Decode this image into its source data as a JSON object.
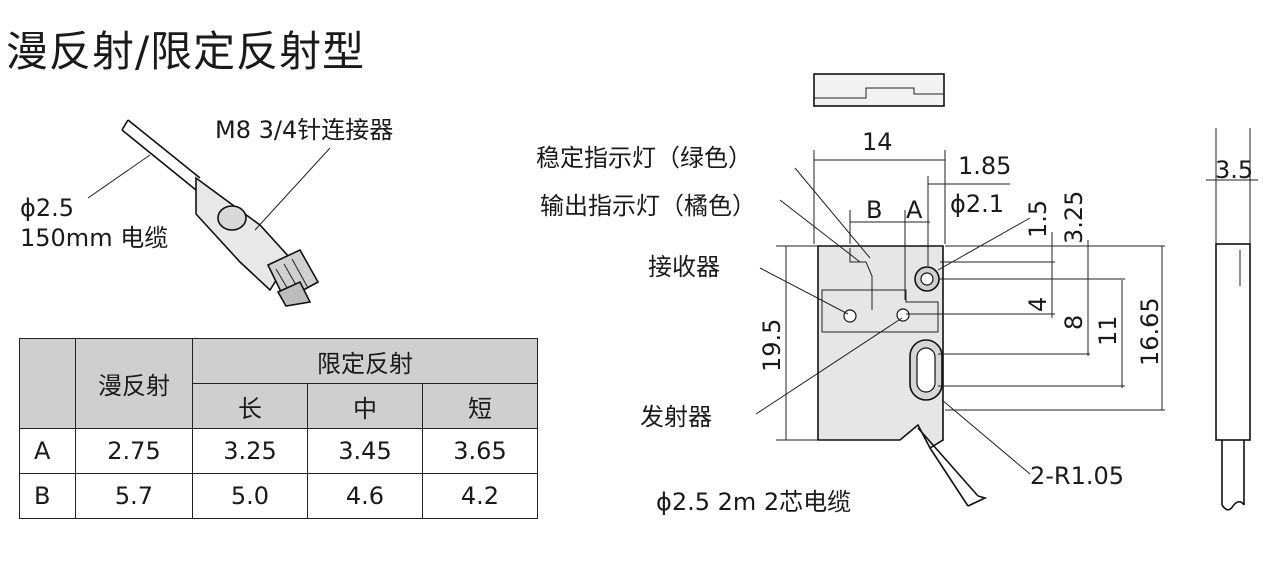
{
  "title": "漫反射/限定反射型",
  "connector": {
    "connector_label": "M8 3/4针连接器",
    "cable_dia": "ϕ2.5",
    "cable_len": "150mm 电缆"
  },
  "table": {
    "col_diffuse": "漫反射",
    "col_limited": "限定反射",
    "sub_long": "长",
    "sub_mid": "中",
    "sub_short": "短",
    "rows": [
      {
        "label": "A",
        "diffuse": "2.75",
        "long": "3.25",
        "mid": "3.45",
        "short": "3.65"
      },
      {
        "label": "B",
        "diffuse": "5.7",
        "long": "5.0",
        "mid": "4.6",
        "short": "4.2"
      }
    ]
  },
  "labels": {
    "stable_indicator": "稳定指示灯（绿色）",
    "output_indicator": "输出指示灯（橘色）",
    "receiver": "接收器",
    "emitter": "发射器",
    "cable": "ϕ2.5  2m 2芯电缆",
    "radius": "2-R1.05",
    "dim_b": "B",
    "dim_a": "A"
  },
  "dimensions": {
    "d14": "14",
    "d185": "1.85",
    "hole": "ϕ2.1",
    "d15": "1.5",
    "d325": "3.25",
    "d4": "4",
    "d8": "8",
    "d11": "11",
    "d1665": "16.65",
    "d195": "19.5",
    "d35": "3.5"
  }
}
